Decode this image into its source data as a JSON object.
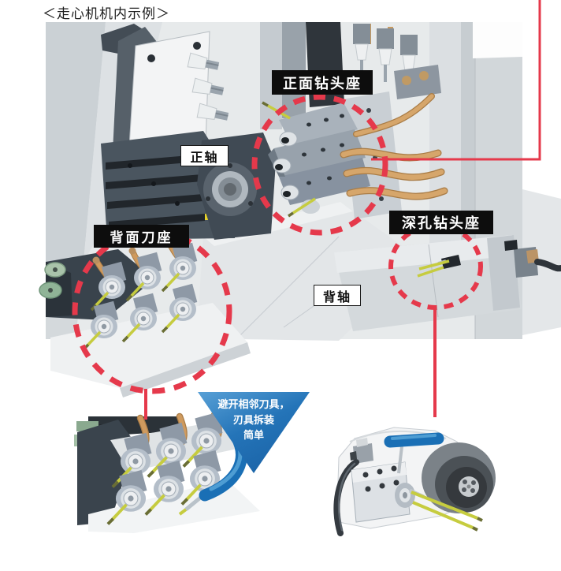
{
  "page": {
    "title": "＜走心机机内示例＞"
  },
  "labels": {
    "front_drill_holder": "正面钻头座",
    "main_spindle": "正轴",
    "back_tool_holder": "背面刀座",
    "deep_hole_drill_holder": "深孔钻头座",
    "back_spindle": "背轴"
  },
  "callout": {
    "line1": "避开相邻刀具，",
    "line2": "刃具拆装",
    "line3": "简单"
  },
  "colors": {
    "highlight_red": "#e5394b",
    "label_black_bg": "#0d0d0d",
    "label_white_bg": "#ffffff",
    "callout_blue_top": "#58a0d6",
    "callout_blue_bottom": "#1c66aa",
    "drill_yellow": "#c6cc3f",
    "pipe_tan": "#d6a66b",
    "wrench_blue": "#1a6fb5",
    "machine_light": "#e7eaeb",
    "machine_dark": "#49545e"
  }
}
